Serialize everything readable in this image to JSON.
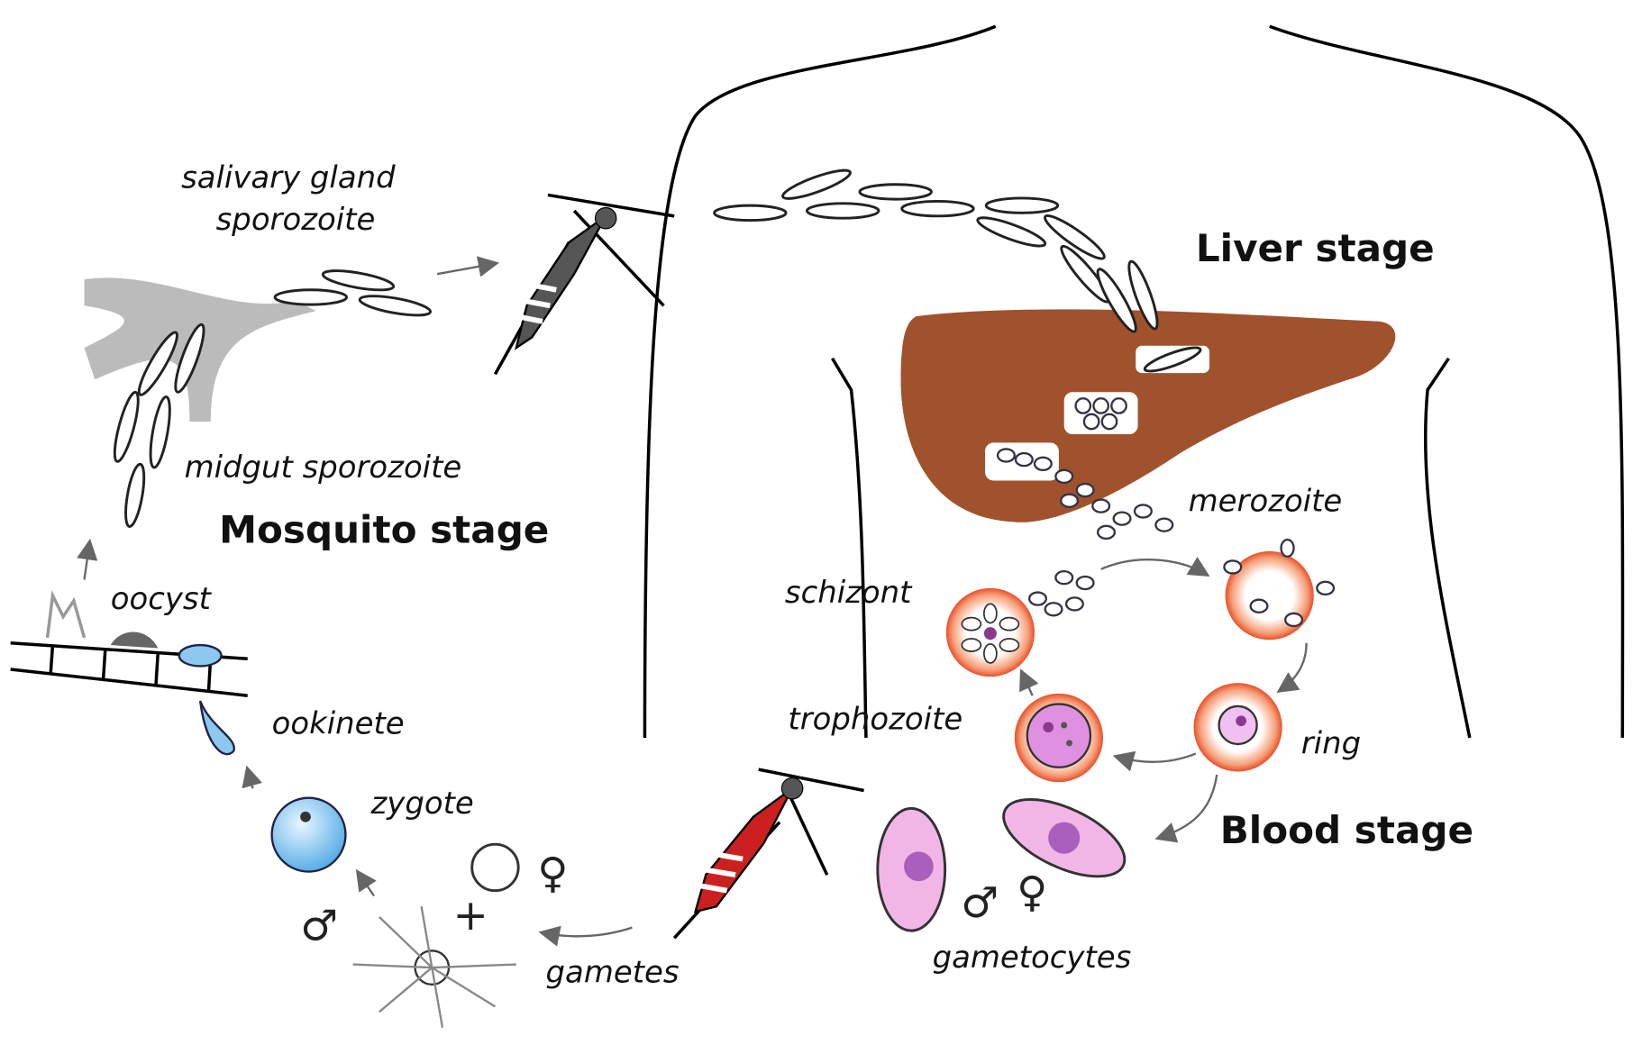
{
  "diagram": {
    "labels": {
      "salivary_gland_1": "salivary gland",
      "salivary_gland_2": "sporozoite",
      "midgut_sporozoite": "midgut sporozoite",
      "oocyst": "oocyst",
      "ookinete": "ookinete",
      "zygote": "zygote",
      "gametes": "gametes",
      "merozoite": "merozoite",
      "schizont": "schizont",
      "trophozoite": "trophozoite",
      "ring": "ring",
      "gametocytes": "gametocytes",
      "plus": "+",
      "male": "♂",
      "female": "♀"
    },
    "stages": {
      "mosquito": "Mosquito stage",
      "liver": "Liver stage",
      "blood": "Blood stage"
    },
    "colors": {
      "liver": "#a0522d",
      "rbc_edge": "#e8502a",
      "parasite": "#b06ab0",
      "gametocyte": "#f2b6e6",
      "zygote": "#8cc8f0",
      "mosquito_blood": "#cc2020"
    }
  }
}
